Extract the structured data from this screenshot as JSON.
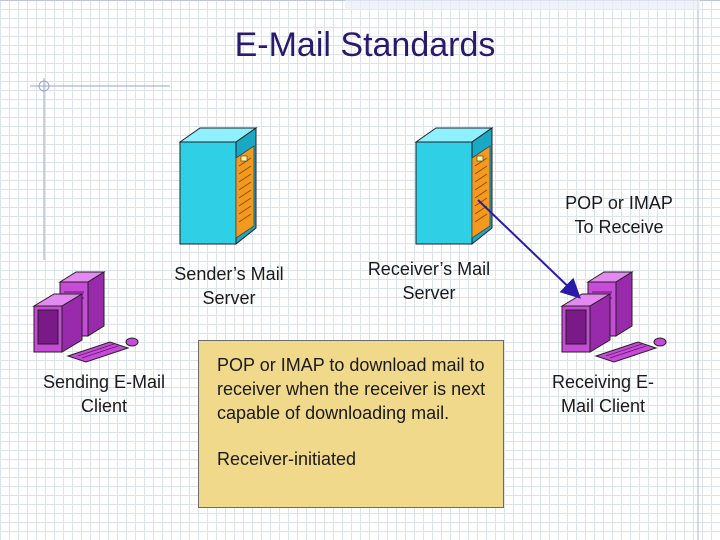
{
  "slide": {
    "title": "E-Mail Standards"
  },
  "nodes": {
    "sender_server": "Sender’s Mail Server",
    "receiver_server": "Receiver’s Mail Server",
    "sending_client": "Sending E-Mail Client",
    "receiving_client": "Receiving E-Mail Client",
    "protocol_label": "POP or IMAP To Receive"
  },
  "callout": {
    "description": "POP or IMAP to download mail to receiver when the receiver is next capable of downloading mail.",
    "tag": "Receiver-initiated"
  },
  "colors": {
    "title": "#2a1a6e",
    "server_face": "#2fd0e6",
    "server_panel": "#f29a1e",
    "computer_body": "#c84ad8",
    "arrow": "#2a1aa8",
    "callout_bg": "#f0d98a"
  },
  "icons": {
    "server": "server-tower-icon",
    "computer": "desktop-computer-icon"
  }
}
